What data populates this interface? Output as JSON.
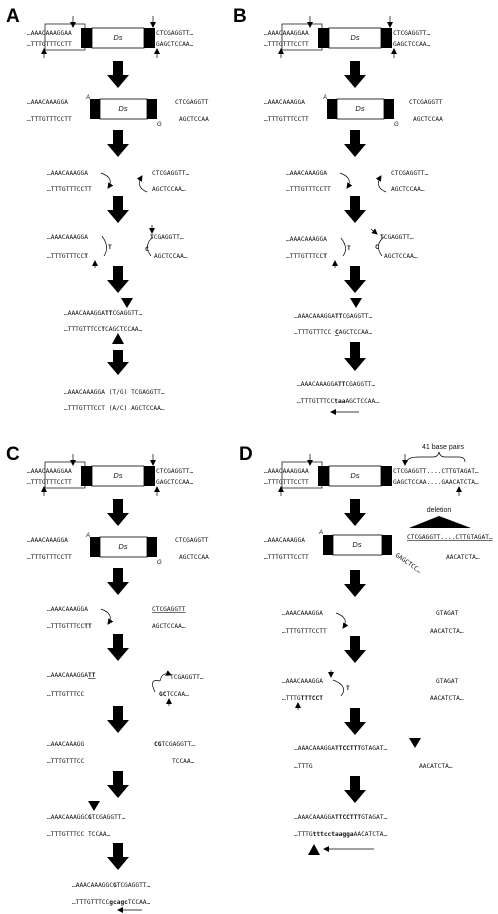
{
  "panels": {
    "A": {
      "label": "A",
      "s1": {
        "top_left": "AAACAAAGGAA",
        "bot_left": "TTTGTTTCCTT",
        "ds": "Ds",
        "top_right": "CTCGAGGTT",
        "bot_right": "GAGCTCCAA"
      },
      "s2": {
        "top_left": "AAACAAAGGA",
        "bot_left": "TTTGTTTCCTT",
        "ds": "Ds",
        "term_left": "A",
        "term_right": "G",
        "top_right": "CTCGAGGTT",
        "bot_right": "AGCTCCAA"
      },
      "s3": {
        "top_left": "AAACAAAGGA",
        "bot_left": "TTTGTTTCCTT",
        "top_right": "CTCGAGGTT",
        "bot_right": "AGCTCCAA"
      },
      "s4": {
        "top_left": "AAACAAAGGA",
        "bot_left": "TTTGTTTCC",
        "bot_left_bold": "T",
        "hair_left": "T",
        "hair_right": "C",
        "top_right_bold": "T",
        "top_right": "CGAGGTT",
        "bot_right": "AGCTCCAA"
      },
      "s5": {
        "top_pre": "AAACAAAGGA",
        "top_bold": "TT",
        "top_post": "CGAGGTT",
        "bot_pre": "TTTGTTTCC",
        "bot_bold": "T",
        "bot_post": "CAGCTCCAA"
      },
      "s6": {
        "top": "AAACAAAGGA (T/G) TCGAGGTT",
        "bot": "TTTGTTTCCT (A/C) AGCTCCAA"
      }
    },
    "B": {
      "label": "B",
      "s1": {
        "top_left": "AAACAAAGGAA",
        "bot_left": "TTTGTTTCCTT",
        "ds": "Ds",
        "top_right": "CTCGAGGTT",
        "bot_right": "GAGCTCCAA"
      },
      "s2": {
        "top_left": "AAACAAAGGA",
        "bot_left": "TTTGTTTCCTT",
        "ds": "Ds",
        "term_left": "A",
        "term_right": "G",
        "top_right": "CTCGAGGTT",
        "bot_right": "AGCTCCAA"
      },
      "s3": {
        "top_left": "AAACAAAGGA",
        "bot_left": "TTTGTTTCCTT",
        "top_right": "CTCGAGGTT",
        "bot_right": "AGCTCCAA"
      },
      "s4": {
        "top_left": "AAACAAAGGA",
        "bot_left": "TTTGTTTCC",
        "bot_left_bold": "T",
        "hair_left": "T",
        "hair_right": "C",
        "top_right_bold": "T",
        "top_right": "CGAGGTT",
        "bot_right": "AGCTCCAA"
      },
      "s5": {
        "top_pre": "AAACAAAGGA",
        "top_bold": "TT",
        "top_post": "CGAGGTT",
        "bot_pre": "TTTGTTTCC",
        "bot_bold": "C",
        "bot_post": "AGCTCCAA"
      },
      "s6": {
        "top_pre": "AAACAAAGGA",
        "top_bold": "TT",
        "top_post": "CGAGGTT",
        "bot_pre": "TTTGTTTCC",
        "bot_bold": "taa",
        "bot_post": "AGCTCCAA"
      }
    },
    "C": {
      "label": "C",
      "s1": {
        "top_left": "AAACAAAGGAA",
        "bot_left": "TTTGTTTCCTT",
        "ds": "Ds",
        "top_right": "CTCGAGGTT",
        "bot_right": "GAGCTCCAA"
      },
      "s2": {
        "top_left": "AAACAAAGGA",
        "bot_left": "TTTGTTTCCTT",
        "ds": "Ds",
        "term_left": "A",
        "term_right": "G",
        "top_right": "CTCGAGGTT",
        "bot_right": "AGCTCCAA"
      },
      "s3": {
        "top_left": "AAACAAAGGA",
        "bot_left_pre": "TTTGTTTCC",
        "bot_left_bold": "TT",
        "top_right": "CTCGAGGTT",
        "bot_right": "AGCTCCAA"
      },
      "s4": {
        "top_left_pre": "AAACAAAGGA",
        "top_left_bold": "TT",
        "bot_left": "TTTGTTTCC",
        "top_right": "TCGAGGTT",
        "bot_right_bold": "GC",
        "bot_right": "TCCAA"
      },
      "s5": {
        "top_left": "AAACAAAGG",
        "bot_left": "TTTGTTTCC",
        "top_right_bold": "CG",
        "top_right": "TCGAGGTT",
        "bot_right": "TCCAA"
      },
      "s6": {
        "top_pre": "AAACAAAGG",
        "top_mid": "C",
        "top_bold": "G",
        "top_post": "TCGAGGTT",
        "bot_pre": "TTTGTTTCC",
        "bot_bold": "gcagc",
        "bot_post": "TCCAA"
      }
    },
    "D": {
      "label": "D",
      "brace_label": "41 base pairs",
      "deletion_label": "deletion",
      "s1": {
        "top_left": "AAACAAAGGAA",
        "bot_left": "TTTGTTTCCTT",
        "ds": "Ds",
        "top_right": "CTCGAGGTT....CTTGTAGAT",
        "bot_right": "GAGCTCCAA....GAACATCTA"
      },
      "s2": {
        "top_left": "AAACAAAGGA",
        "bot_left": "TTTGTTTCCTT",
        "ds": "Ds",
        "term_left": "A",
        "top_right": "CTCGAGGTT....CTTGTAGAT",
        "bot_right": "AACATCTA",
        "diag": "GAGCTCC"
      },
      "s3": {
        "top_left": "AAACAAAGGA",
        "bot_left": "TTTGTTTCCTT",
        "top_right": "GTAGAT",
        "bot_right": "AACATCTA"
      },
      "s4": {
        "top_left": "AAACAAAGGA",
        "bot_left_pre": "TTTG",
        "bot_left_bold": "TTTCCT",
        "hair": "T",
        "top_right": "GTAGAT",
        "bot_right": "AACATCTA"
      },
      "s5": {
        "top_pre": "AAACAAAGGA",
        "top_bold": "TTCCTTT",
        "top_post": "GTAGAT",
        "bot_left": "TTTG",
        "bot_right": "AACATCTA"
      },
      "s6": {
        "top_pre": "AAACAAAGGA",
        "top_bold": "TTCCTTT",
        "top_post": "GTAGAT",
        "bot_pre": "TTTG",
        "bot_bold": "tttcctaagga",
        "bot_post": "AACATCTA"
      }
    }
  }
}
